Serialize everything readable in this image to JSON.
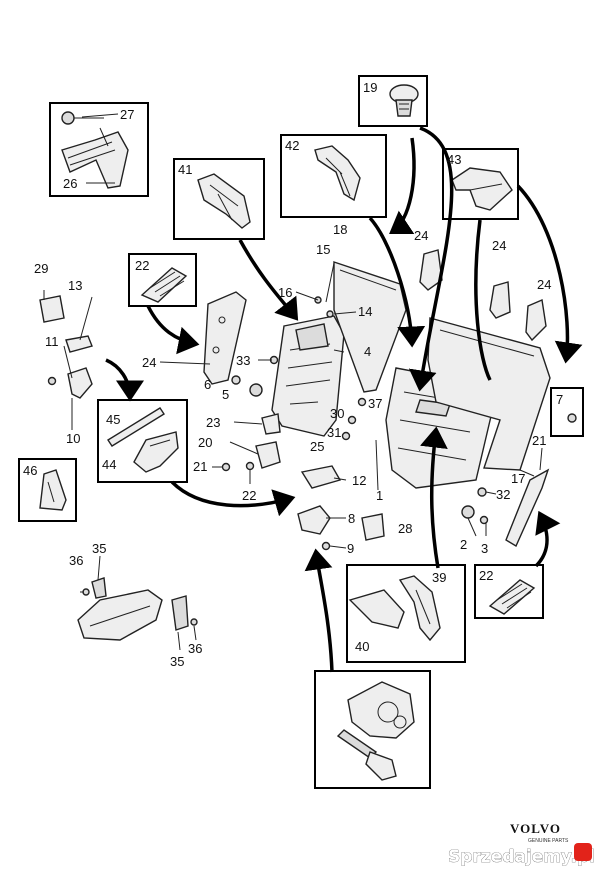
{
  "callouts": {
    "c1": "1",
    "c2": "2",
    "c3": "3",
    "c4": "4",
    "c5": "5",
    "c6": "6",
    "c7": "7",
    "c8": "8",
    "c9": "9",
    "c10": "10",
    "c11": "11",
    "c12": "12",
    "c13": "13",
    "c14": "14",
    "c15": "15",
    "c16": "16",
    "c17": "17",
    "c18": "18",
    "c19": "19",
    "c20": "20",
    "c21a": "21",
    "c21b": "21",
    "c22a": "22",
    "c22b": "22",
    "c22c": "22",
    "c23": "23",
    "c24a": "24",
    "c24b": "24",
    "c24c": "24",
    "c24d": "24",
    "c25": "25",
    "c26": "26",
    "c27": "27",
    "c28": "28",
    "c29": "29",
    "c30": "30",
    "c31": "31",
    "c32": "32",
    "c33": "33",
    "c35a": "35",
    "c35b": "35",
    "c36a": "36",
    "c36b": "36",
    "c37": "37",
    "c39": "39",
    "c40": "40",
    "c41": "41",
    "c42": "42",
    "c43": "43",
    "c44": "44",
    "c45": "45",
    "c46": "46"
  },
  "brand": {
    "name": "VOLVO",
    "tagline": "GENUINE PARTS"
  },
  "watermark": {
    "text": "Sprzedajemy.pl"
  }
}
